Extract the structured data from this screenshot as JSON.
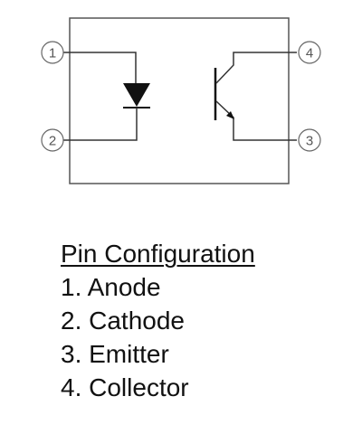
{
  "diagram": {
    "pins": [
      {
        "number": "1"
      },
      {
        "number": "2"
      },
      {
        "number": "3"
      },
      {
        "number": "4"
      }
    ]
  },
  "pin_configuration": {
    "heading": "Pin Configuration",
    "items": [
      {
        "label": "1. Anode"
      },
      {
        "label": "2. Cathode"
      },
      {
        "label": "3. Emitter"
      },
      {
        "label": "4. Collector"
      }
    ]
  },
  "colors": {
    "line": "#333333",
    "pin_circle": "#666666",
    "text": "#111111"
  }
}
